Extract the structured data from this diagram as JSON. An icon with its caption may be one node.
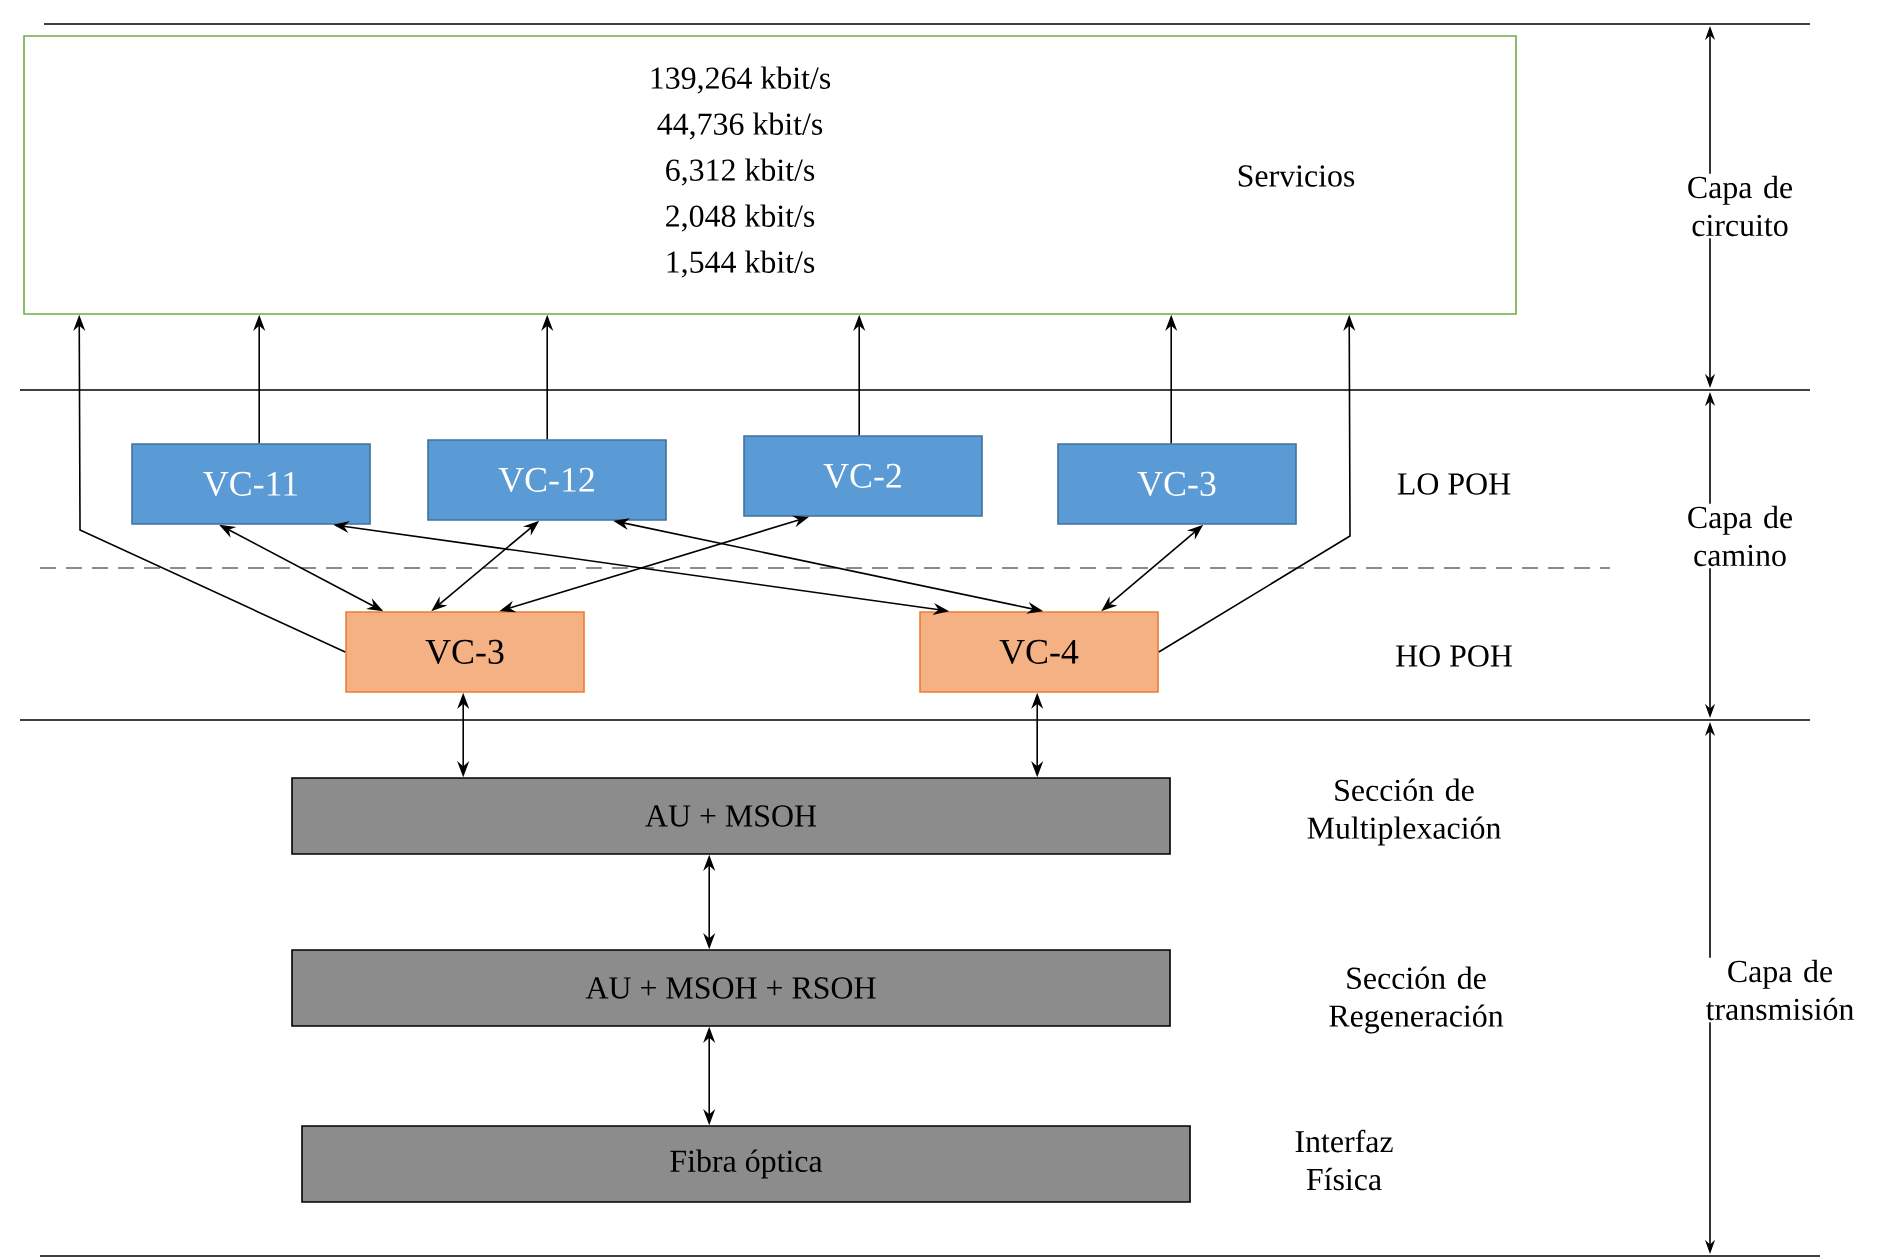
{
  "diagram": {
    "nodes": [
      {
        "text": [
          "139,264 kbit/s",
          "44,736 kbit/s",
          "6,312 kbit/s",
          "2,048 kbit/s",
          "1,544 kbit/s",
          "Servicios"
        ]
      },
      {
        "text": [
          "VC-11"
        ]
      },
      {
        "text": [
          "VC-12"
        ]
      },
      {
        "text": [
          "VC-2"
        ]
      },
      {
        "text": [
          "VC-3"
        ]
      },
      {
        "text": [
          "VC-3"
        ]
      },
      {
        "text": [
          "VC-4"
        ]
      },
      {
        "text": [
          "AU + MSOH"
        ]
      },
      {
        "text": [
          "AU + MSOH + RSOH"
        ]
      },
      {
        "text": [
          "Fibra óptica"
        ]
      }
    ],
    "edges": [
      {
        "from": 5,
        "to": 0,
        "arrow": "to"
      },
      {
        "from": 1,
        "to": 0,
        "arrow": "to"
      },
      {
        "from": 2,
        "to": 0,
        "arrow": "to"
      },
      {
        "from": 3,
        "to": 0,
        "arrow": "to"
      },
      {
        "from": 4,
        "to": 0,
        "arrow": "to"
      },
      {
        "from": 6,
        "to": 0,
        "arrow": "to"
      },
      {
        "from": 1,
        "to": 5,
        "arrow": "both"
      },
      {
        "from": 2,
        "to": 5,
        "arrow": "both"
      },
      {
        "from": 3,
        "to": 5,
        "arrow": "both"
      },
      {
        "from": 1,
        "to": 6,
        "arrow": "both"
      },
      {
        "from": 2,
        "to": 6,
        "arrow": "both"
      },
      {
        "from": 4,
        "to": 6,
        "arrow": "both"
      },
      {
        "from": 5,
        "to": 7,
        "arrow": "both"
      },
      {
        "from": 6,
        "to": 7,
        "arrow": "both"
      },
      {
        "from": 7,
        "to": 8,
        "arrow": "both"
      },
      {
        "from": 8,
        "to": 9,
        "arrow": "both"
      }
    ],
    "labels": [
      "Capa de circuito",
      "LO POH",
      "Capa de camino",
      "HO POH",
      "Sección de Multiplexación",
      "Sección de Regeneración",
      "Capa de transmisión",
      "Interfaz Física"
    ]
  }
}
